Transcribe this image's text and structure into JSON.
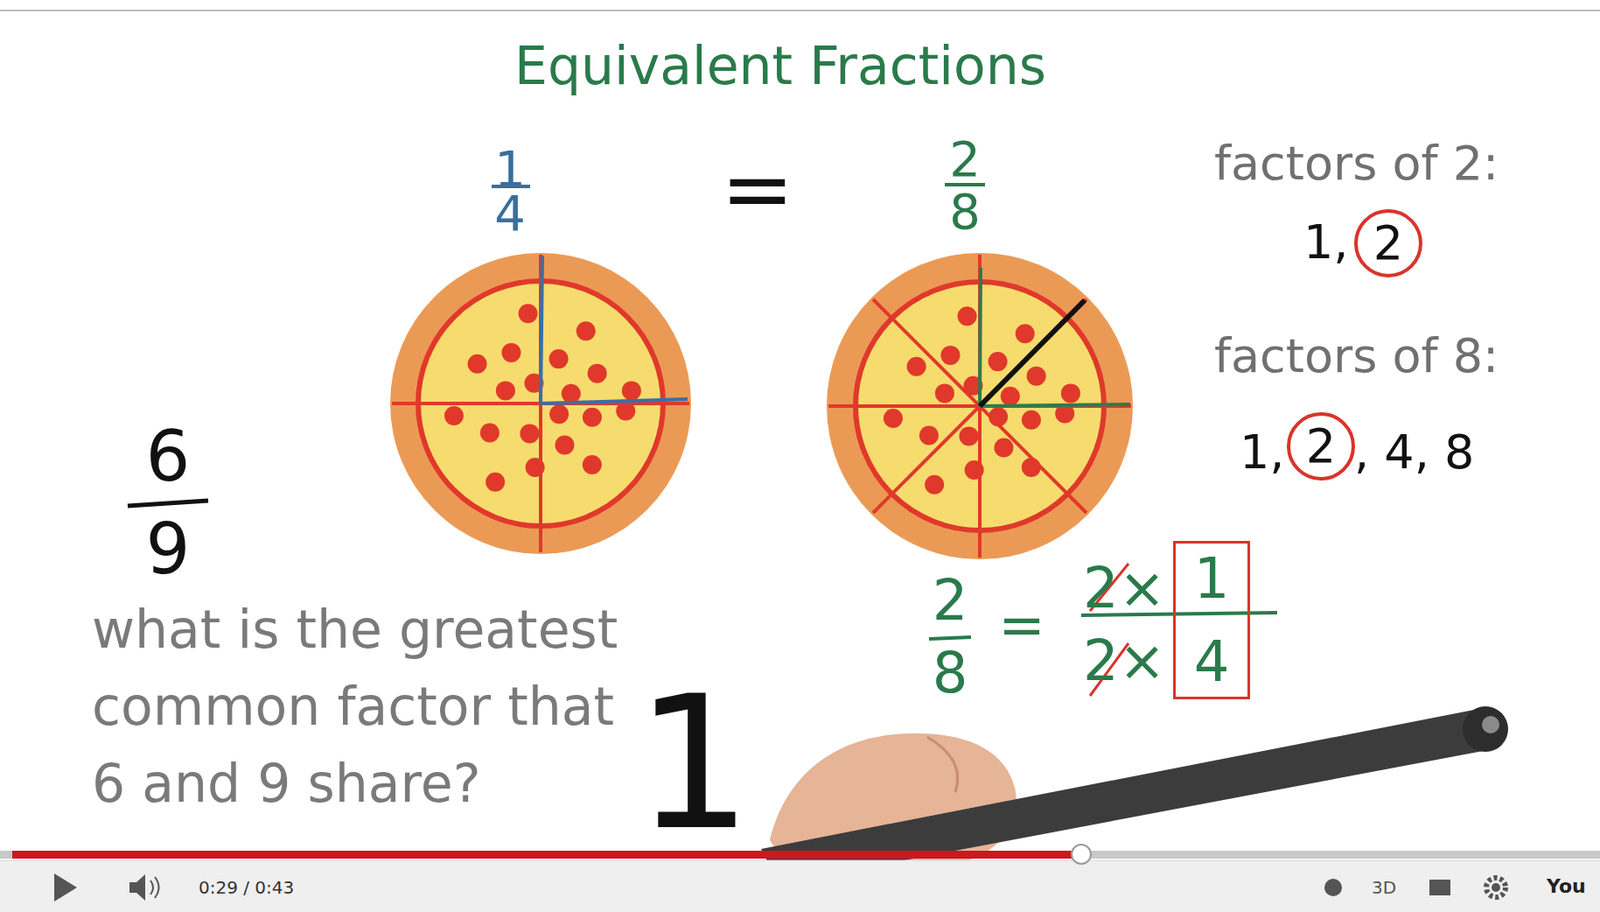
{
  "diagram": {
    "title": "Equivalent Fractions",
    "nodes": [
      {
        "text": [
          "2"
        ]
      },
      {
        "text": [
          "2"
        ]
      },
      {
        "text": [
          "1",
          "4"
        ]
      }
    ],
    "labels": [
      "1",
      "4",
      "=",
      "2",
      "8",
      "factors of 2:",
      "1,",
      "factors of 8:",
      "1,",
      ", 4, 8",
      "6",
      "9",
      "what is the greatest common factor that 6 and 9 share?",
      "1",
      "2",
      "8",
      "=",
      "2×",
      "2×",
      "0:29 / 0:43",
      "3D",
      "You"
    ]
  }
}
